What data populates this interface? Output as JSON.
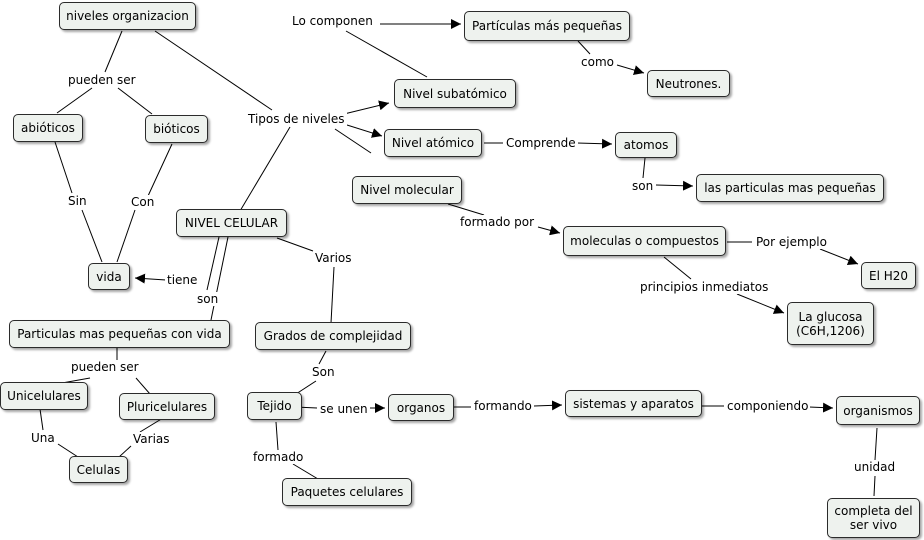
{
  "colors": {
    "node_fill": "#eef2ee",
    "node_border": "#2b2b2b",
    "line": "#000000",
    "background": "#ffffff"
  },
  "nodes": {
    "niveles_org": "niveles organizacion",
    "abioticos": "abióticos",
    "bioticos": "bióticos",
    "vida": "vida",
    "nivel_celular": "NIVEL CELULAR",
    "particulas_vida": "Particulas mas pequeñas con vida",
    "unicelulares": "Unicelulares",
    "pluricelulares": "Pluricelulares",
    "celulas": "Celulas",
    "grados": "Grados de complejidad",
    "tejido": "Tejido",
    "paquetes": "Paquetes celulares",
    "organos": "organos",
    "sistemas": "sistemas y aparatos",
    "organismos": "organismos",
    "completa": "completa del ser vivo",
    "particulas_mas": "Partículas más pequeñas",
    "neutrones": "Neutrones.",
    "subatomico": "Nivel subatómico",
    "atomico": "Nivel atómico",
    "atomos": "atomos",
    "las_particulas": "las particulas mas pequeñas",
    "molecular": "Nivel molecular",
    "moleculas": "moleculas o compuestos",
    "h20": "El H20",
    "glucosa": "La glucosa (C6H,1206)"
  },
  "links": {
    "pueden_ser_1": "pueden ser",
    "sin": "Sin",
    "con": "Con",
    "tiene": "tiene",
    "son_1": "son",
    "pueden_ser_2": "pueden ser",
    "una": "Una",
    "varias": "Varias",
    "varios": "Varios",
    "son_2": "Son",
    "se_unen": "se unen",
    "formado": "formado",
    "formando": "formando",
    "componiendo": "componiendo",
    "unidad": "unidad",
    "tipos": "Tipos de niveles",
    "lo_componen": "Lo componen",
    "como": "como",
    "comprende": "Comprende",
    "son_3": "son",
    "formado_por": "formado por",
    "por_ejemplo": "Por ejemplo",
    "principios": "principios inmediatos"
  }
}
